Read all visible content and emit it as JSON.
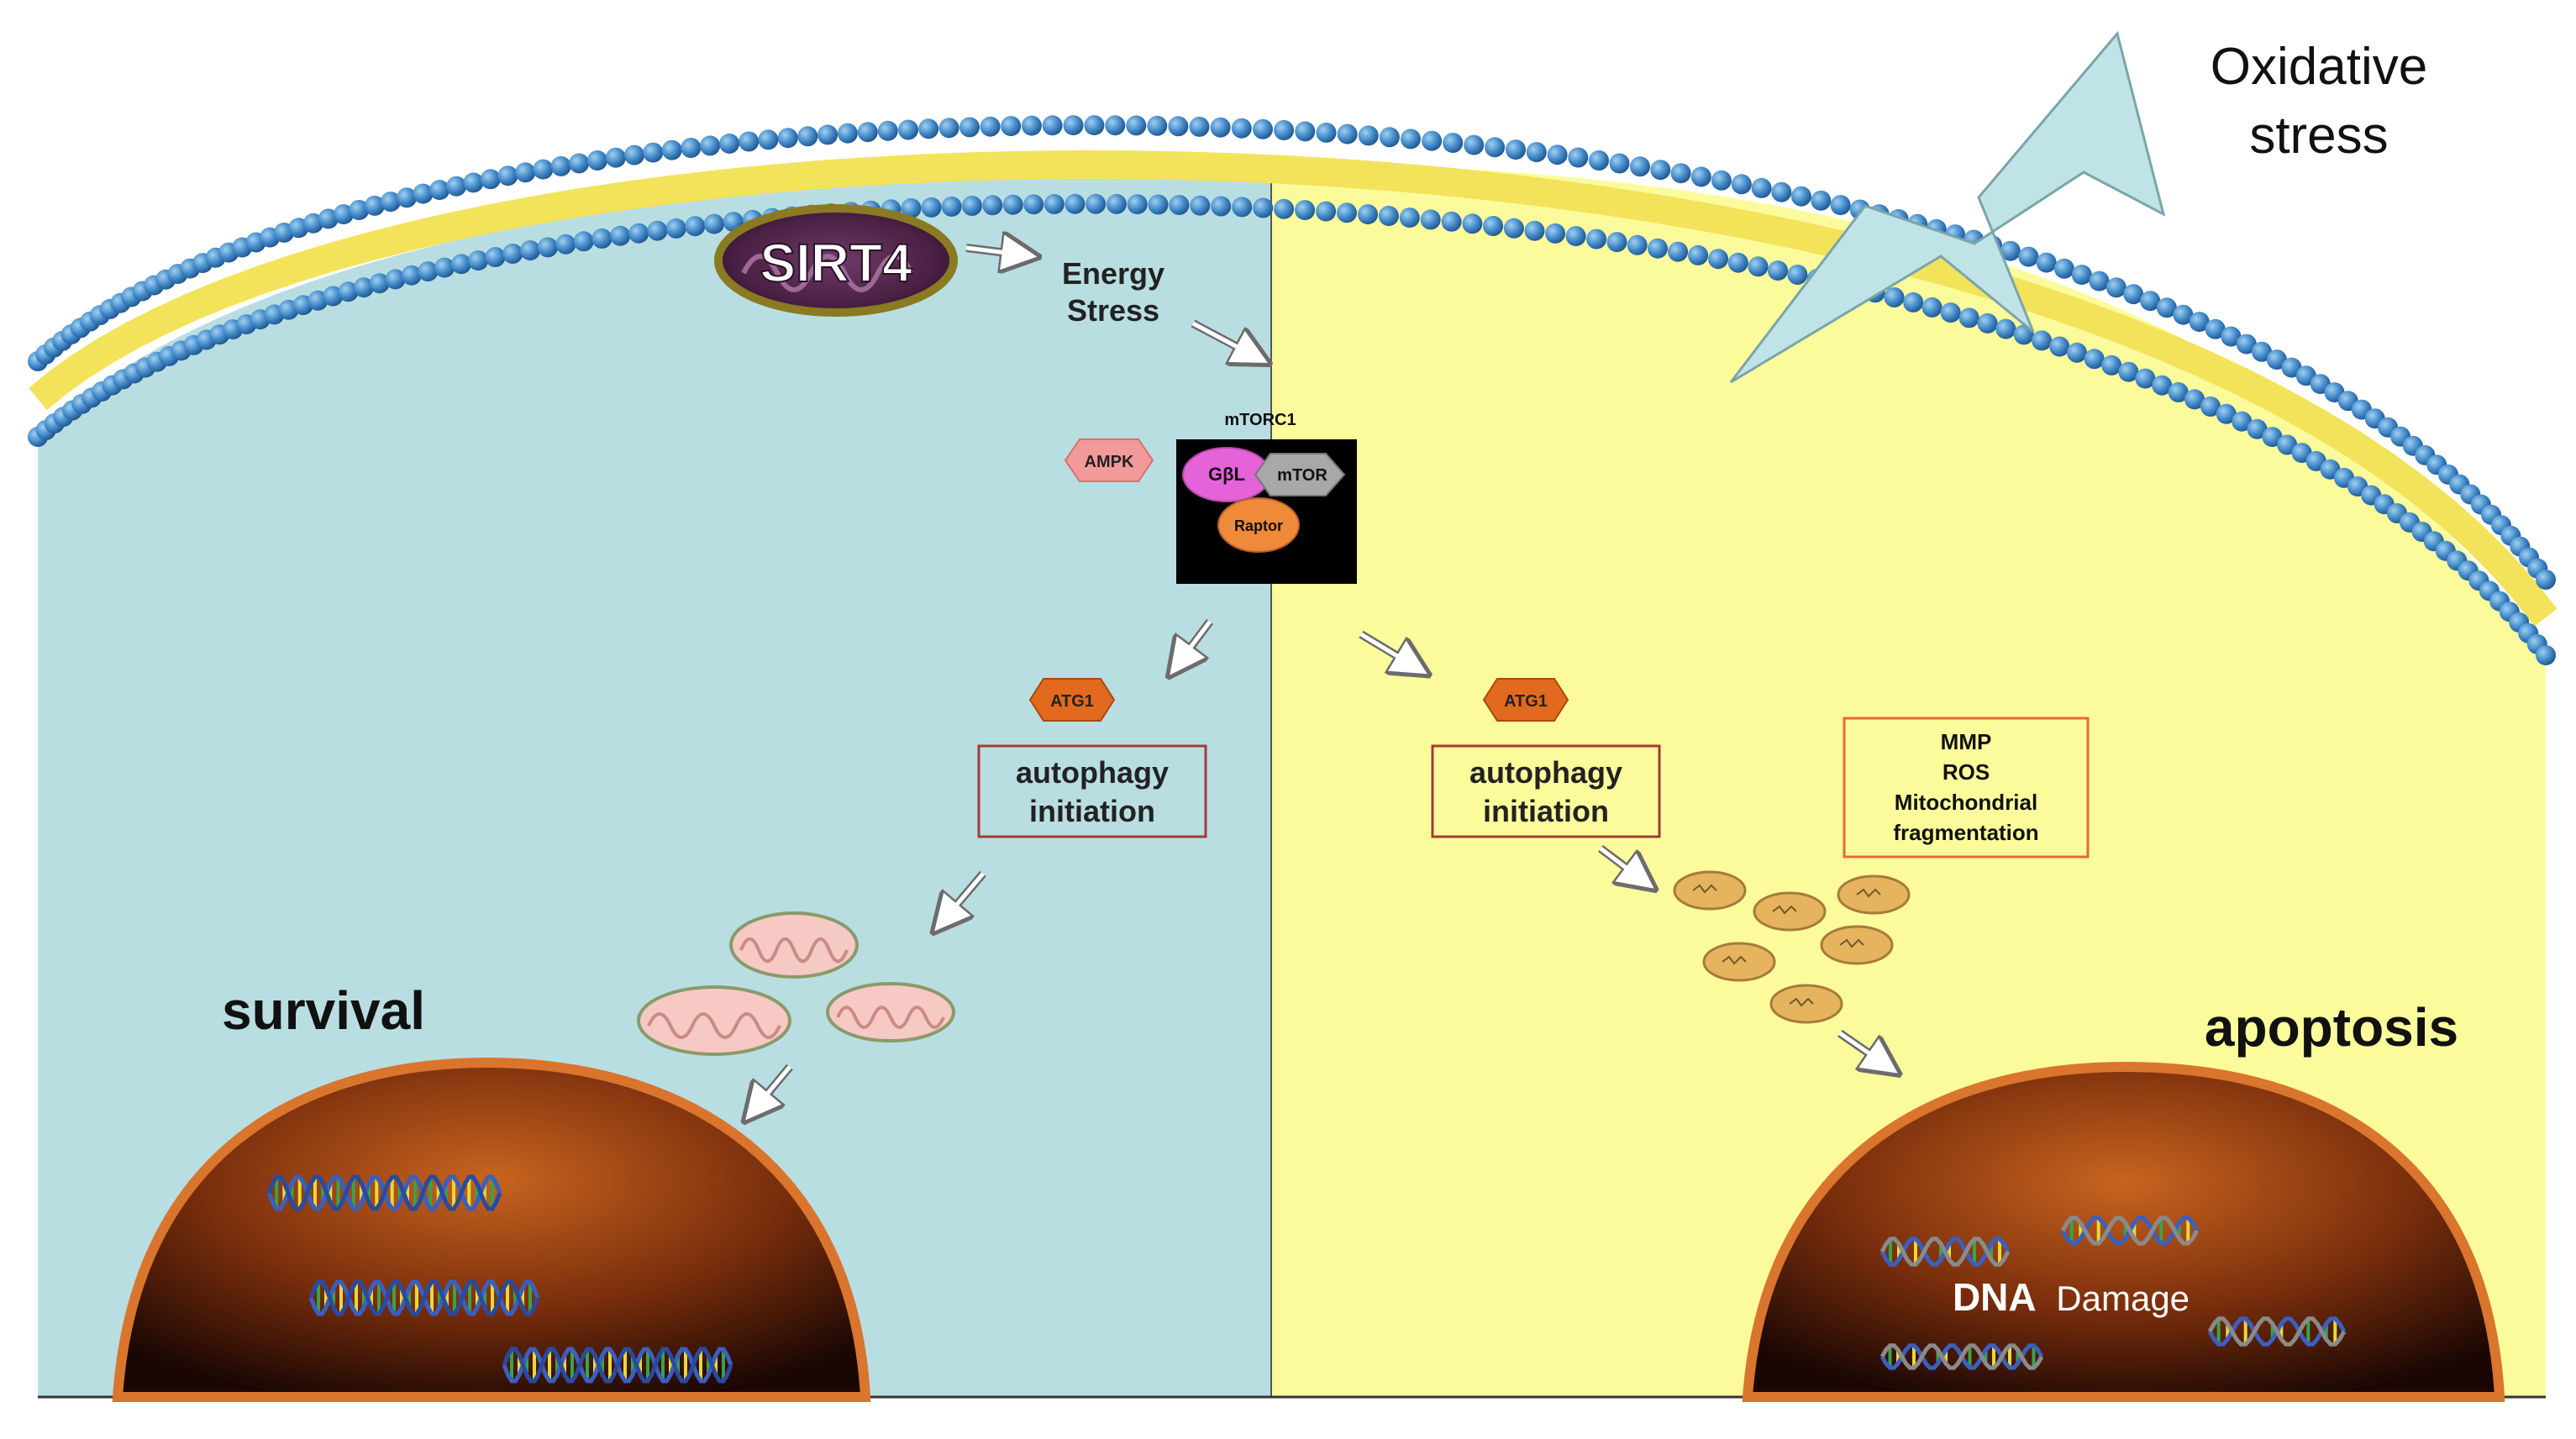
{
  "labels": {
    "oxidative_line1": "Oxidative",
    "oxidative_line2": "stress",
    "sirt4": "SIRT4",
    "energy_line1": "Energy",
    "energy_line2": "Stress",
    "mtorc1": "mTORC1",
    "ampk": "AMPK",
    "gbl": "GβL",
    "mtor": "mTOR",
    "raptor": "Raptor",
    "atg1_left": "ATG1",
    "atg1_right": "ATG1",
    "autophagy_left_line1": "autophagy",
    "autophagy_left_line2": "initiation",
    "autophagy_right_line1": "autophagy",
    "autophagy_right_line2": "initiation",
    "mmp_line1": "MMP",
    "mmp_line2": "ROS",
    "mmp_line3": "Mitochondrial",
    "mmp_line4": "fragmentation",
    "survival": "survival",
    "apoptosis": "apoptosis",
    "dna_bold": "DNA",
    "dna_rest": "Damage"
  },
  "colors": {
    "left_cytoplasm": "#b9dee2",
    "right_cytoplasm": "#fbfb9c",
    "membrane_bead": "#3f86c6",
    "membrane_tail": "#f3e35a",
    "lightning": "#bfe3e6",
    "nucleus_rim": "#d9752d",
    "nucleus_core": "#2a1108",
    "ampk": "#f29a9a",
    "atg1": "#e26a1e",
    "gbl": "#e563d9",
    "mtor": "#a8a8a8",
    "raptor": "#ee8a3a",
    "box_border": "#a33a35",
    "mmp_border": "#e8673a",
    "healthy_mito": "#f7c9c4",
    "damaged_mito": "#e6b35f"
  }
}
